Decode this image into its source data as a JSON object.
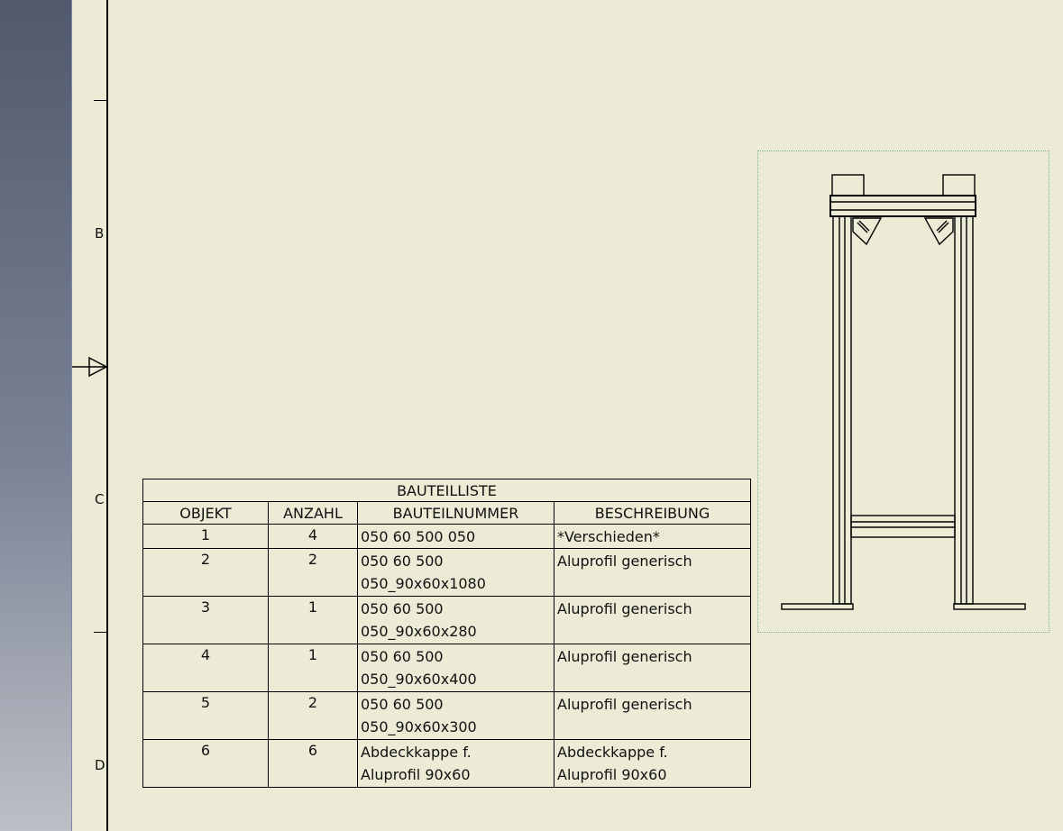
{
  "border": {
    "zones": [
      "B",
      "C",
      "D"
    ]
  },
  "bom": {
    "title": "BAUTEILLISTE",
    "columns": [
      "OBJEKT",
      "ANZAHL",
      "BAUTEILNUMMER",
      "BESCHREIBUNG"
    ],
    "rows": [
      {
        "objekt": "1",
        "anzahl": "4",
        "nummer": [
          "050 60 500 050"
        ],
        "beschreibung": [
          "*Verschieden*"
        ]
      },
      {
        "objekt": "2",
        "anzahl": "2",
        "nummer": [
          "050 60 500",
          "050_90x60x1080"
        ],
        "beschreibung": [
          "Aluprofil generisch"
        ]
      },
      {
        "objekt": "3",
        "anzahl": "1",
        "nummer": [
          "050 60 500",
          "050_90x60x280"
        ],
        "beschreibung": [
          "Aluprofil generisch"
        ]
      },
      {
        "objekt": "4",
        "anzahl": "1",
        "nummer": [
          "050 60 500",
          "050_90x60x400"
        ],
        "beschreibung": [
          "Aluprofil generisch"
        ]
      },
      {
        "objekt": "5",
        "anzahl": "2",
        "nummer": [
          "050 60 500",
          "050_90x60x300"
        ],
        "beschreibung": [
          "Aluprofil generisch"
        ]
      },
      {
        "objekt": "6",
        "anzahl": "6",
        "nummer": [
          "Abdeckkappe f.",
          "Aluprofil 90x60"
        ],
        "beschreibung": [
          "Abdeckkappe f.",
          "Aluprofil 90x60"
        ]
      }
    ]
  },
  "colors": {
    "sheet": "#ecebd6",
    "ink": "#000000",
    "view_frame": "#7fb08a"
  }
}
